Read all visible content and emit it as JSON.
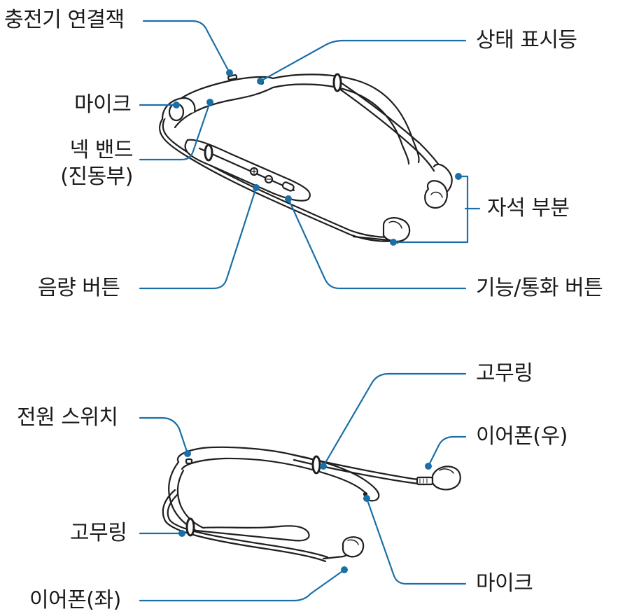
{
  "colors": {
    "leader": "#1a6fa8",
    "outline": "#1f1f1f",
    "body_fill": "#ffffff",
    "text": "#1a1a1a"
  },
  "top_diagram": {
    "labels": {
      "charger_jack": "충전기 연결잭",
      "mic": "마이크",
      "neckband_line1": "넥 밴드",
      "neckband_line2": "(진동부)",
      "volume_button": "음량 버튼",
      "status_led": "상태 표시등",
      "magnet_part": "자석 부분",
      "function_call_button": "기능/통화 버튼"
    }
  },
  "bottom_diagram": {
    "labels": {
      "power_switch": "전원 스위치",
      "rubber_ring_left": "고무링",
      "earphone_left": "이어폰(좌)",
      "rubber_ring_right": "고무링",
      "earphone_right": "이어폰(우)",
      "mic": "마이크"
    }
  }
}
